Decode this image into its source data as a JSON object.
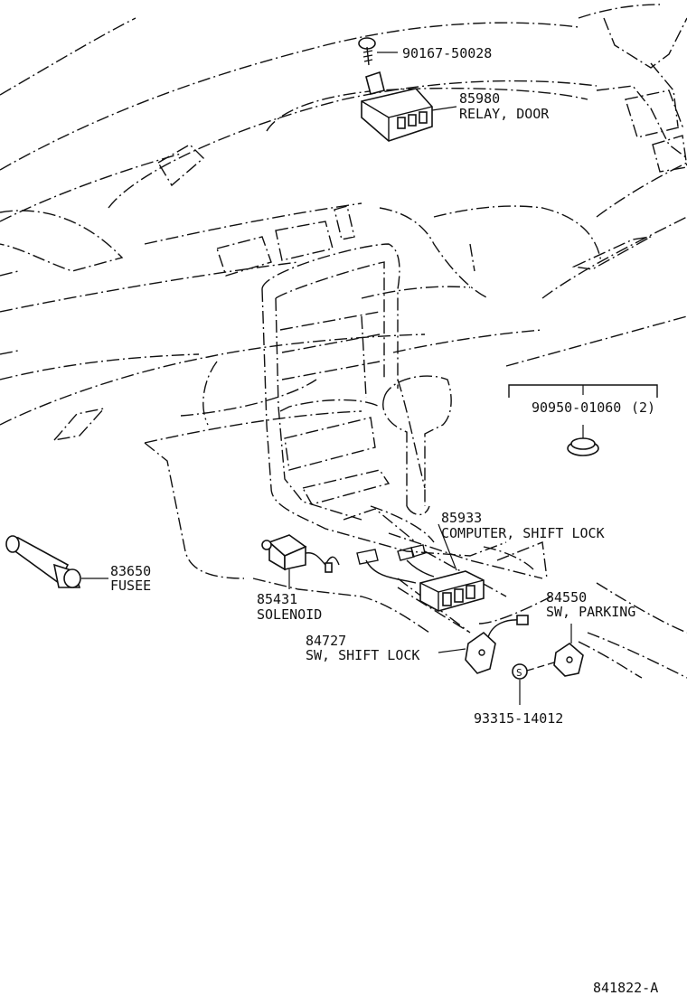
{
  "parts": {
    "screw": {
      "number": "90167-50028"
    },
    "relay": {
      "number": "85980",
      "name": "RELAY, DOOR"
    },
    "plug": {
      "number": "90950-01060",
      "qty": "(2)"
    },
    "computer": {
      "number": "85933",
      "name": "COMPUTER, SHIFT LOCK"
    },
    "fusee": {
      "number": "83650",
      "name": "FUSEE"
    },
    "solenoid": {
      "number": "85431",
      "name": "SOLENOID"
    },
    "parking_sw": {
      "number": "84550",
      "name": "SW, PARKING"
    },
    "shift_sw": {
      "number": "84727",
      "name": "SW, SHIFT LOCK"
    },
    "clip": {
      "number": "93315-14012",
      "symbol": "S"
    }
  },
  "diagram_id": "841822-A"
}
